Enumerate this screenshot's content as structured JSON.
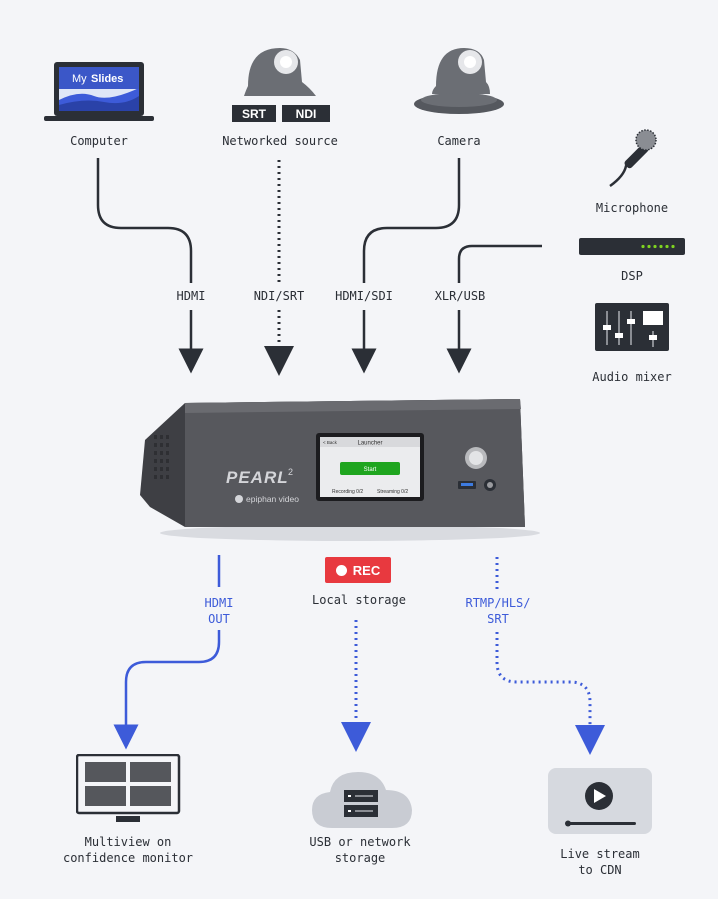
{
  "inputs": {
    "computer": {
      "label": "Computer",
      "screen_text_1": "My",
      "screen_text_2": "Slides"
    },
    "networked": {
      "label": "Networked source",
      "badge_1": "SRT",
      "badge_2": "NDI"
    },
    "camera": {
      "label": "Camera"
    },
    "microphone": {
      "label": "Microphone"
    },
    "dsp": {
      "label": "DSP"
    },
    "mixer": {
      "label": "Audio mixer"
    }
  },
  "input_connections": {
    "hdmi": "HDMI",
    "ndi_srt": "NDI/SRT",
    "hdmi_sdi": "HDMI/SDI",
    "xlr_usb": "XLR/USB"
  },
  "device": {
    "brand": "PEARL",
    "brand_suffix": "2",
    "maker": "epiphan video",
    "screen": {
      "title": "Launcher",
      "back": "< Back",
      "start": "Start",
      "recording": "Recording 0/2",
      "streaming": "Streaming 0/2"
    }
  },
  "output_connections": {
    "hdmi_out": "HDMI\nOUT",
    "rec_badge": "REC",
    "local_storage": "Local storage",
    "rtmp": "RTMP/HLS/\nSRT"
  },
  "outputs": {
    "multiview": "Multiview on\nconfidence monitor",
    "storage": "USB or network\nstorage",
    "cdn": "Live stream\nto CDN"
  },
  "colors": {
    "input_line": "#2b2f36",
    "output_line": "#3d5bd9",
    "rec": "#e8393f",
    "device_body": "#55555a",
    "screen_green": "#1fa51f"
  }
}
